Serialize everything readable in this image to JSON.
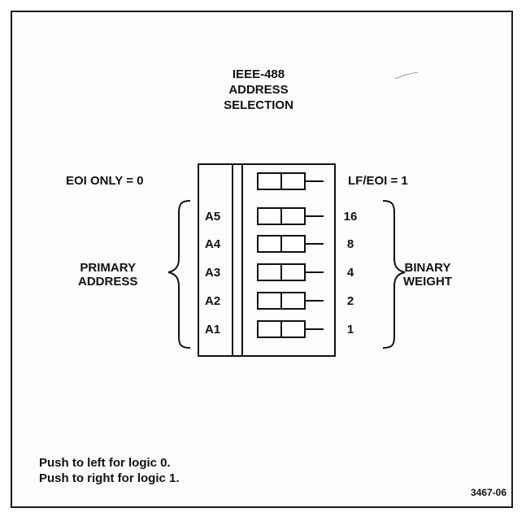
{
  "title": [
    "IEEE-488",
    "ADDRESS",
    "SELECTION"
  ],
  "eoi_only_label": "EOI ONLY = 0",
  "lf_eoi_label": "LF/EOI = 1",
  "primary_address_label": [
    "PRIMARY",
    "ADDRESS"
  ],
  "binary_weight_label": [
    "BINARY",
    "WEIGHT"
  ],
  "switches": [
    {
      "address": "",
      "weight": ""
    },
    {
      "address": "A5",
      "weight": "16"
    },
    {
      "address": "A4",
      "weight": "8"
    },
    {
      "address": "A3",
      "weight": "4"
    },
    {
      "address": "A2",
      "weight": "2"
    },
    {
      "address": "A1",
      "weight": "1"
    }
  ],
  "notes": [
    "Push to left for logic 0.",
    "Push to right for logic 1."
  ],
  "figure_number": "3467-06"
}
